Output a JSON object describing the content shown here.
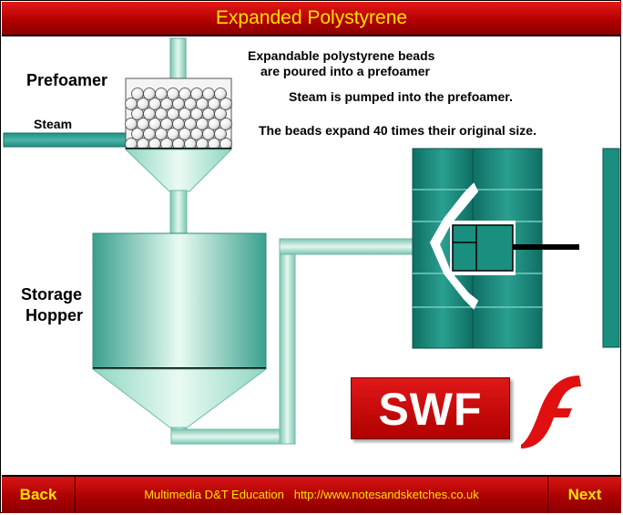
{
  "title": "Expanded Polystyrene",
  "labels": {
    "prefoamer": "Prefoamer",
    "steam": "Steam",
    "storage_hopper_line1": "Storage",
    "storage_hopper_line2": "Hopper"
  },
  "captions": {
    "caption1_line1": "Expandable polystyrene beads",
    "caption1_line2": "are poured into a prefoamer",
    "caption2": "Steam is pumped into the prefoamer.",
    "caption3": "The beads expand 40 times their original size."
  },
  "swf_badge": "SWF",
  "footer": {
    "back": "Back",
    "next": "Next",
    "center": "Multimedia D&T Education   http://www.notesandsketches.co.uk"
  },
  "colors": {
    "title_text": "#ffe000",
    "bar_red": "#b40000",
    "pipe": "#9fd8c8",
    "mould": "#1a8f80"
  }
}
